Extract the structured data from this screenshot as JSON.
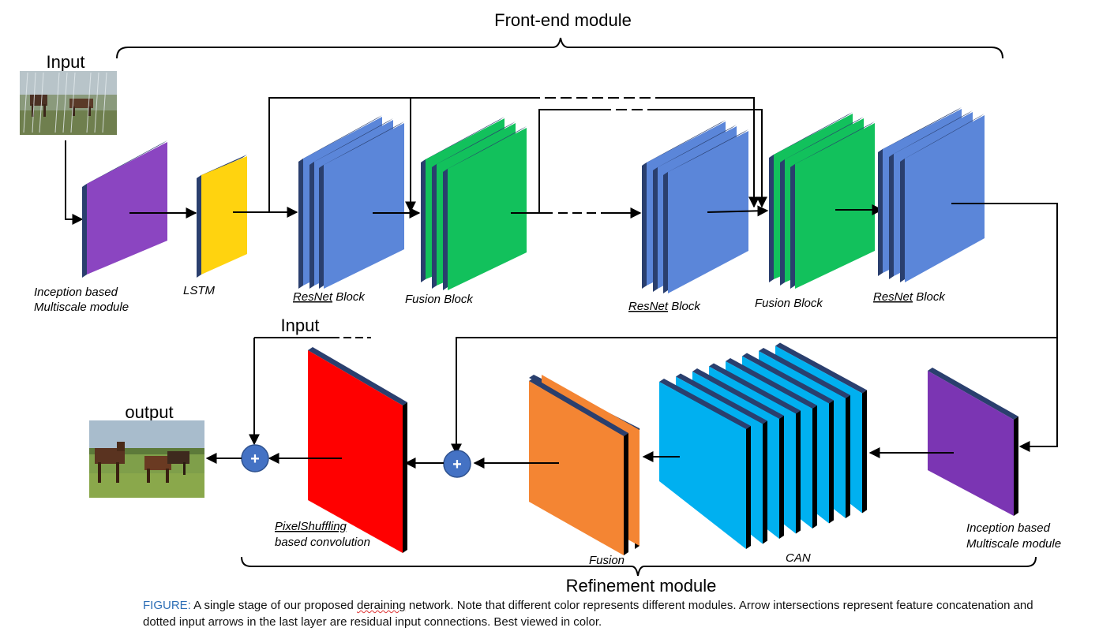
{
  "titles": {
    "frontend": "Front-end module",
    "refinement": "Refinement module",
    "input_top": "Input",
    "input_bottom": "Input",
    "output": "output"
  },
  "labels": {
    "inception_top_1": "Inception based",
    "inception_top_2": "Multiscale module",
    "lstm": "LSTM",
    "resnet_1_a": "ResNet",
    "resnet_1_b": " Block",
    "fusion_1": "Fusion Block",
    "resnet_2_a": "ResNet",
    "resnet_2_b": " Block",
    "fusion_2": "Fusion Block",
    "resnet_3_a": "ResNet",
    "resnet_3_b": " Block",
    "pixelshuffle_1": "PixelShuffling",
    "pixelshuffle_2": "based convolution",
    "fusion_bottom": "Fusion",
    "can": "CAN",
    "inception_bottom_1": "Inception based",
    "inception_bottom_2": "Multiscale module",
    "plus": "+"
  },
  "caption": {
    "prefix": "FIGURE:",
    "part1": " A single stage of our proposed ",
    "underlined": "deraining",
    "part2": " network. Note that different color represents different modules. Arrow intersections represent feature concatenation and dotted input arrows in the last layer are residual input connections. Best viewed in color."
  },
  "colors": {
    "purple": "#7b3fb0",
    "yellow": "#ffd30f",
    "blue": "#5b86d9",
    "green": "#12c15c",
    "red": "#ff0000",
    "orange": "#f48533",
    "cyan": "#00b0f0",
    "edge": "#2a3f6e",
    "caption_prefix": "#2e6fb6"
  }
}
